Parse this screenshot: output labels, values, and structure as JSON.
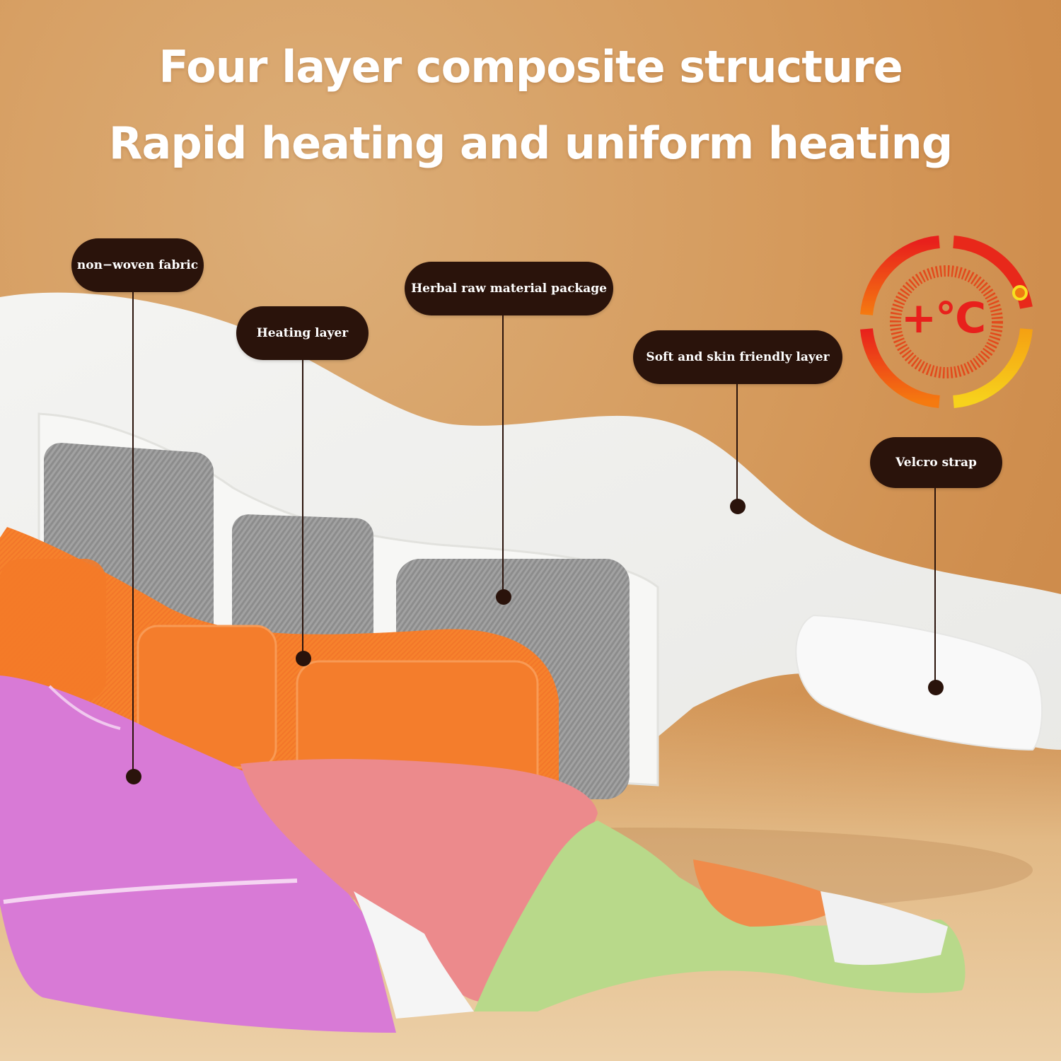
{
  "headline": {
    "line1": "Four layer composite structure",
    "line2": "Rapid heating and uniform heating"
  },
  "labels": [
    {
      "id": "non-woven-fabric",
      "text": "non−woven fabric"
    },
    {
      "id": "heating-layer",
      "text": "Heating layer"
    },
    {
      "id": "herbal-package",
      "text": "Herbal raw material package"
    },
    {
      "id": "skin-friendly-layer",
      "text": "Soft and skin friendly layer"
    },
    {
      "id": "velcro-strap",
      "text": "Velcro strap"
    }
  ],
  "temperature_icon": {
    "label": "+°C",
    "icon": "thermometer-dial-icon"
  },
  "colors": {
    "background": "#d59a5c",
    "label_pill": "#2a130b",
    "heating_layer": "#f5822a",
    "herbal_pad": "#9e9e9e",
    "outer_magenta": "#d87ad6",
    "outer_pink": "#ec8a8c",
    "outer_green": "#b8d98a",
    "outer_orange": "#f08b4a",
    "white_layer": "#f1f1ef",
    "dial_red": "#e8201c",
    "dial_yellow": "#f5c518"
  }
}
